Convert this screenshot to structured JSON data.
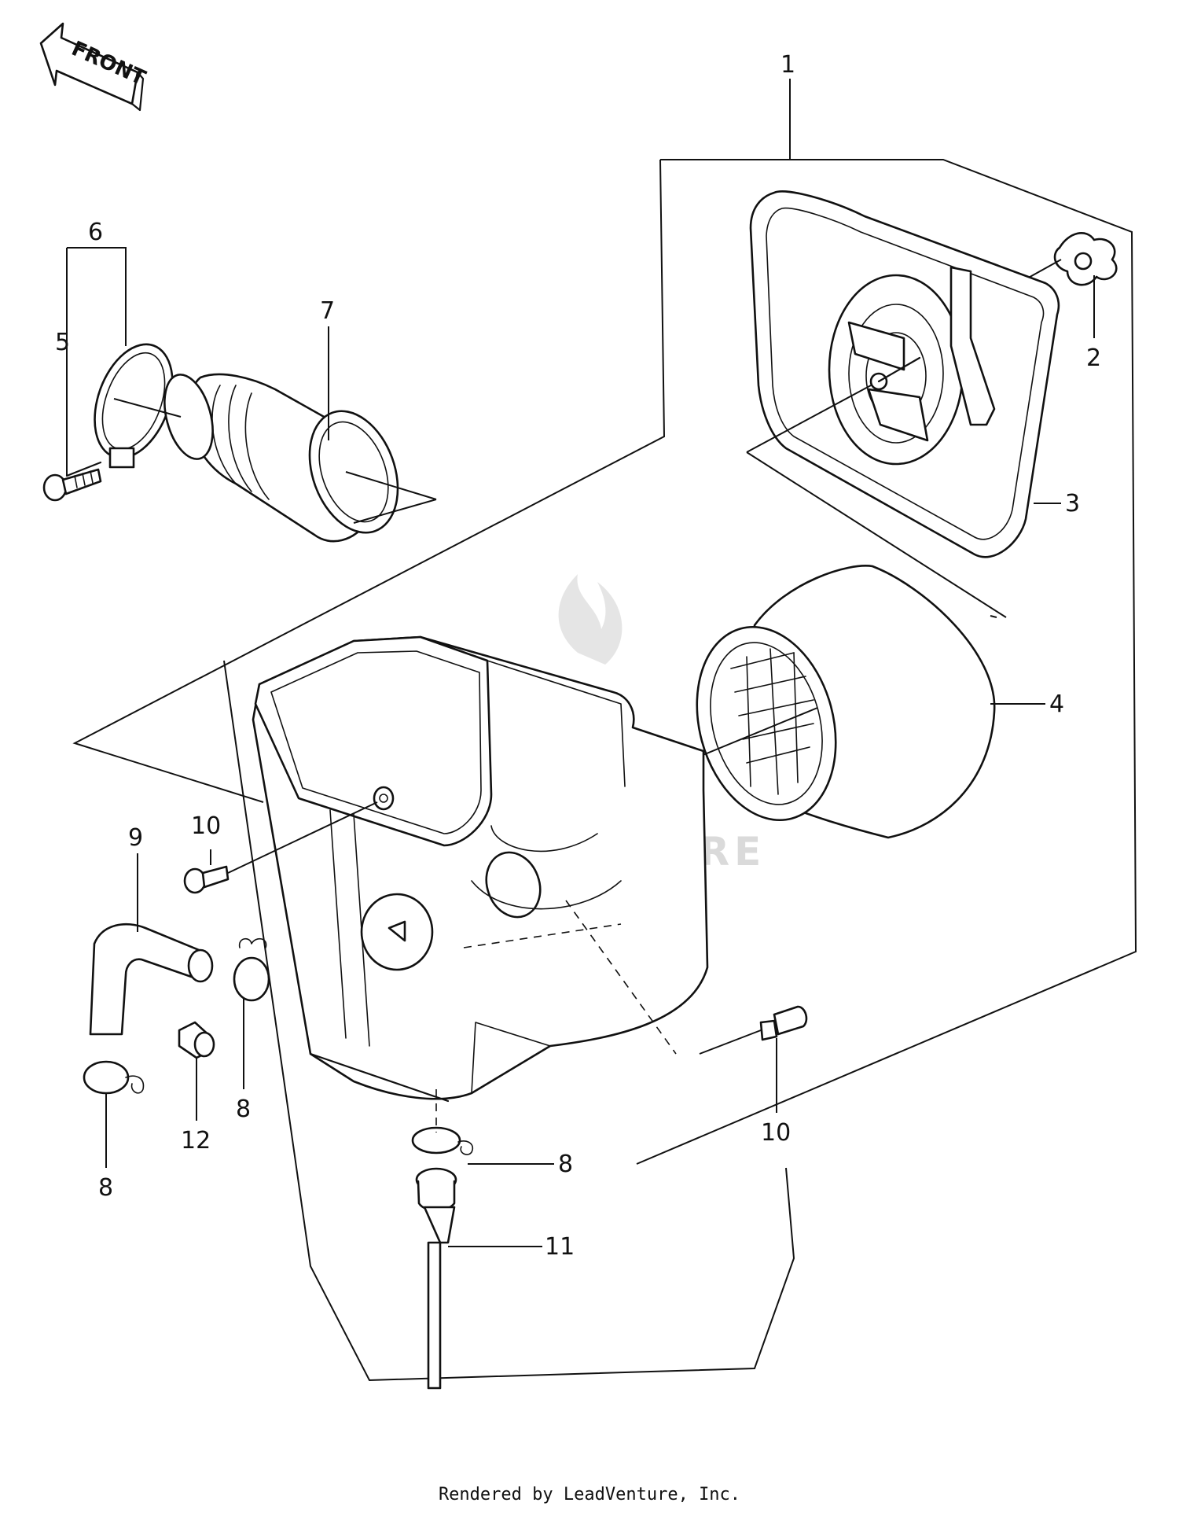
{
  "front_arrow_label": "FRONT",
  "callouts": [
    {
      "id": "callout-1",
      "text": "1"
    },
    {
      "id": "callout-2",
      "text": "2"
    },
    {
      "id": "callout-3",
      "text": "3"
    },
    {
      "id": "callout-4",
      "text": "4"
    },
    {
      "id": "callout-5",
      "text": "5"
    },
    {
      "id": "callout-6",
      "text": "6"
    },
    {
      "id": "callout-7",
      "text": "7"
    },
    {
      "id": "callout-8a",
      "text": "8"
    },
    {
      "id": "callout-8b",
      "text": "8"
    },
    {
      "id": "callout-8c",
      "text": "8"
    },
    {
      "id": "callout-9",
      "text": "9"
    },
    {
      "id": "callout-10a",
      "text": "10"
    },
    {
      "id": "callout-10b",
      "text": "10"
    },
    {
      "id": "callout-11",
      "text": "11"
    },
    {
      "id": "callout-12",
      "text": "12"
    }
  ],
  "watermark": "LEADVENTURE",
  "footer": "Rendered by LeadVenture, Inc."
}
